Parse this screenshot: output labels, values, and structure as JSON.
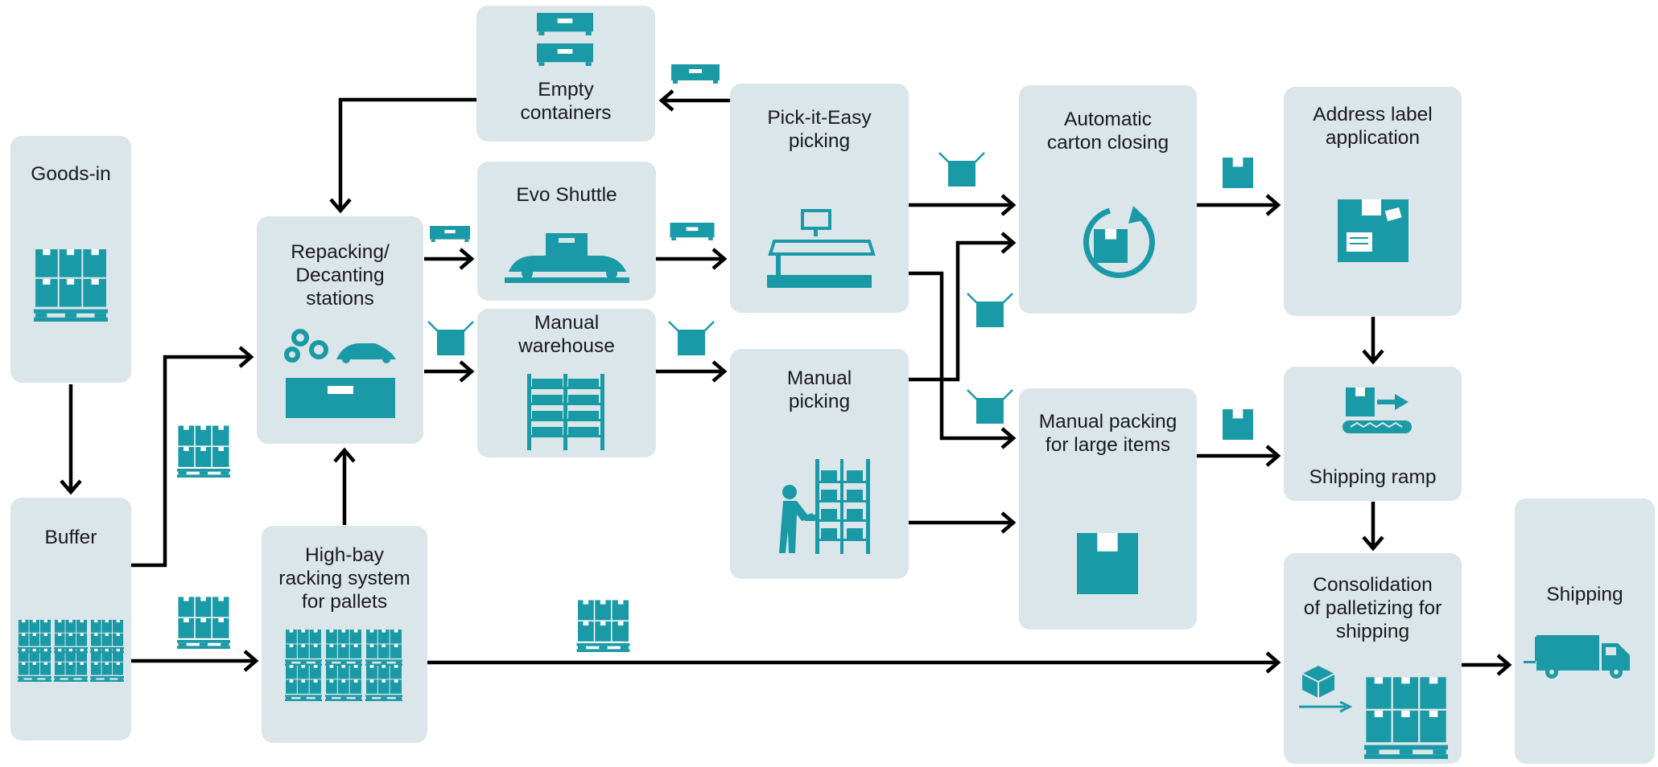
{
  "nodes": {
    "goods_in": {
      "label": "Goods-in"
    },
    "buffer": {
      "label": "Buffer"
    },
    "repacking": {
      "label": "Repacking/\nDecanting\nstations"
    },
    "high_bay": {
      "label": "High-bay\nracking system\nfor pallets"
    },
    "empty_containers": {
      "label": "Empty\ncontainers"
    },
    "evo_shuttle": {
      "label": "Evo Shuttle"
    },
    "manual_warehouse": {
      "label": "Manual\nwarehouse"
    },
    "pick_it_easy": {
      "label": "Pick-it-Easy\npicking"
    },
    "manual_picking": {
      "label": "Manual\npicking"
    },
    "auto_carton": {
      "label": "Automatic\ncarton closing"
    },
    "manual_packing": {
      "label": "Manual packing\nfor large items"
    },
    "address_label": {
      "label": "Address label\napplication"
    },
    "shipping_ramp": {
      "label": "Shipping ramp"
    },
    "consolidation": {
      "label": "Consolidation\nof palletizing for\nshipping"
    },
    "shipping": {
      "label": "Shipping"
    }
  },
  "colors": {
    "box": "#dbe6ea",
    "teal": "#1a9aa6",
    "arrow": "#000000"
  }
}
